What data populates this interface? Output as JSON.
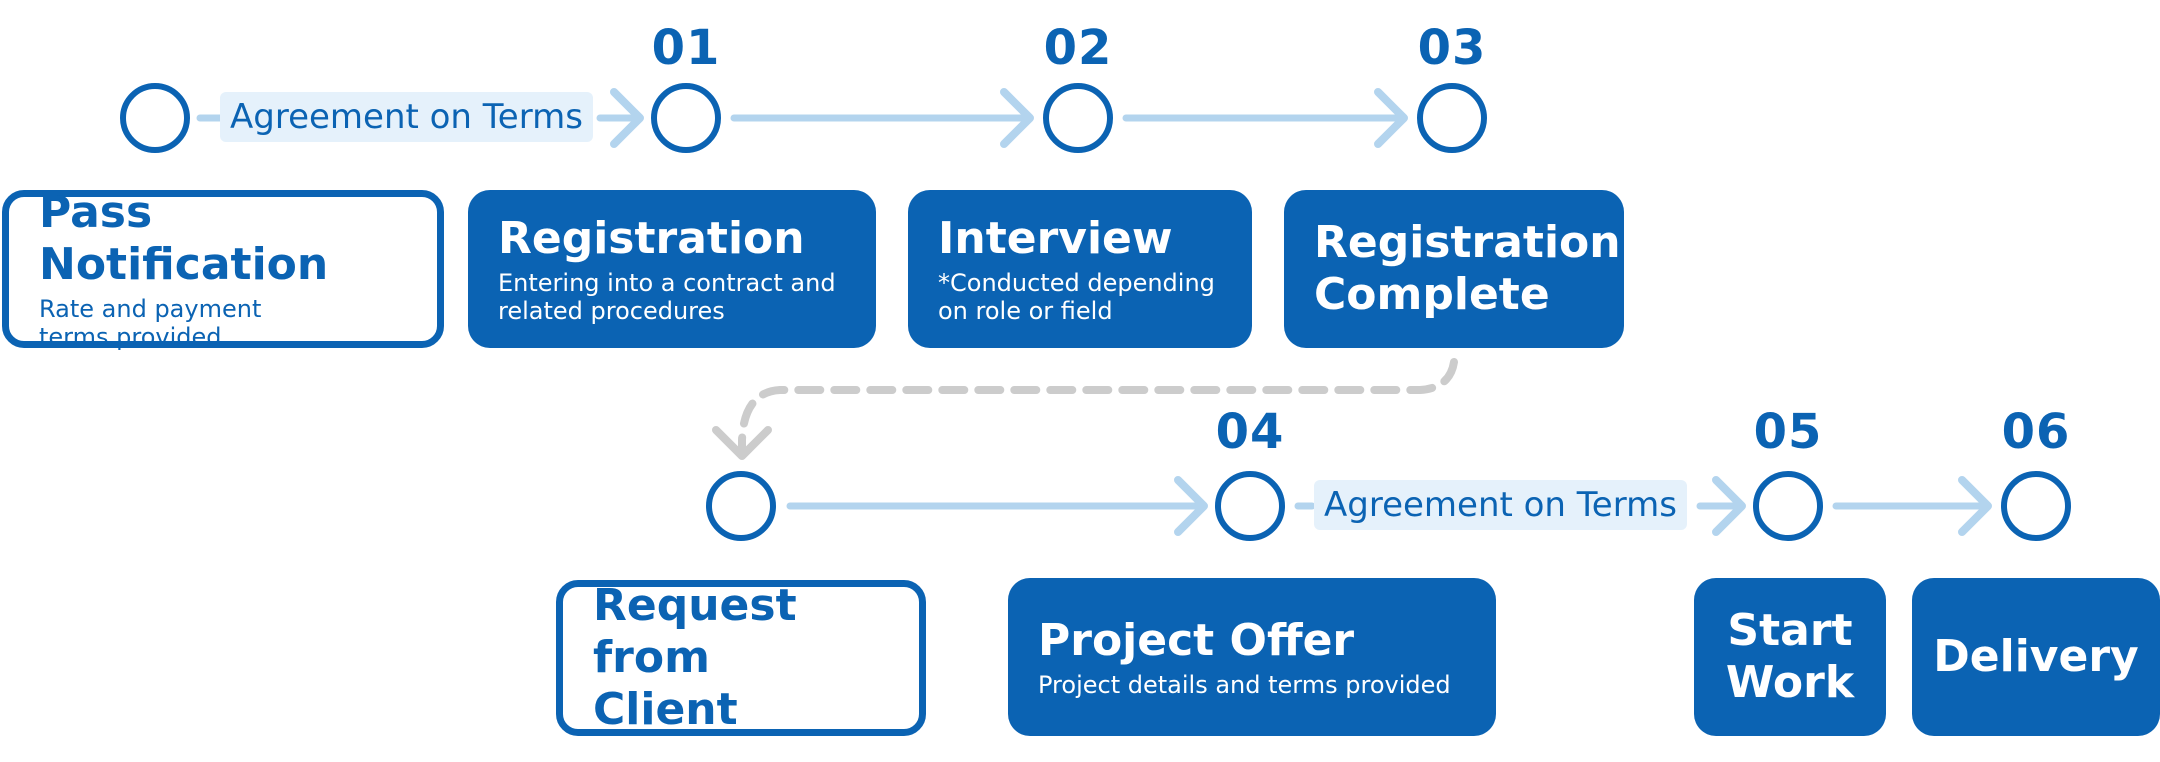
{
  "colors": {
    "primary": "#0b63b3",
    "arrow": "#b3d4ee",
    "pill_bg": "#e5f1fb",
    "dashed": "#cccccc"
  },
  "terms_label": "Agreement on Terms",
  "steps": [
    {
      "number": "01"
    },
    {
      "number": "02"
    },
    {
      "number": "03"
    },
    {
      "number": "04"
    },
    {
      "number": "05"
    },
    {
      "number": "06"
    }
  ],
  "boxes": {
    "pass_notification": {
      "title": "Pass Notification",
      "desc_line1": "Rate and payment",
      "desc_line2": "terms provided"
    },
    "registration": {
      "title": "Registration",
      "desc_line1": "Entering into a contract and",
      "desc_line2": "related procedures"
    },
    "interview": {
      "title": "Interview",
      "desc_line1": "*Conducted depending",
      "desc_line2": "on role or field"
    },
    "registration_complete": {
      "title_line1": "Registration",
      "title_line2": "Complete"
    },
    "request_from_client": {
      "title_line1": "Request from",
      "title_line2": "Client"
    },
    "project_offer": {
      "title": "Project Offer",
      "desc": "Project details and terms provided"
    },
    "start_work": {
      "title_line1": "Start",
      "title_line2": "Work"
    },
    "delivery": {
      "title": "Delivery"
    }
  }
}
